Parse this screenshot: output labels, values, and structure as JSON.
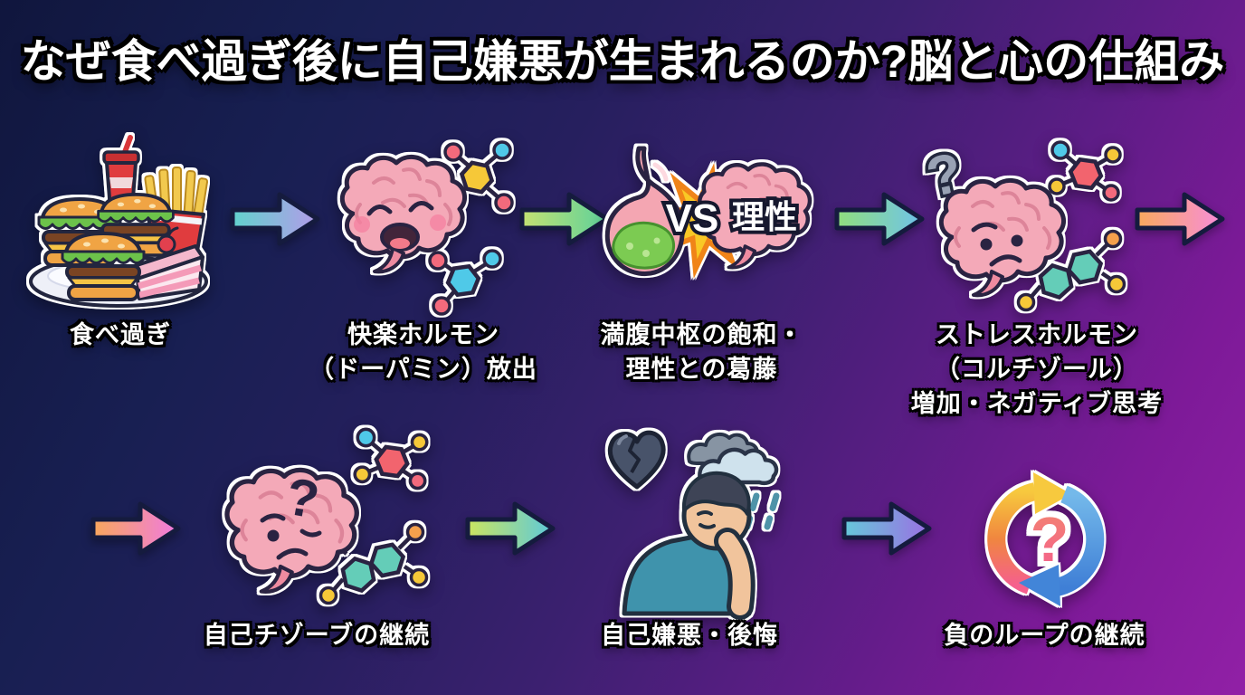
{
  "title": "なぜ食べ過ぎ後に自己嫌悪が生まれるのか?脳と心の仕組み",
  "glyphs": {
    "question_mark": "?"
  },
  "steps": [
    {
      "id": "overeating",
      "label": "食べ過ぎ",
      "icon": "junk-food-plate-icon"
    },
    {
      "id": "dopamine-release",
      "label": "快楽ホルモン\n（ドーパミン）放出",
      "icon": "happy-brain-dopamine-icon"
    },
    {
      "id": "satiety-vs-reason",
      "label": "満腹中枢の飽和・\n理性との葛藤",
      "icon": "stomach-vs-brain-icon",
      "vs_text": "VS",
      "reason_text": "理性"
    },
    {
      "id": "cortisol-increase",
      "label": "ストレスホルモン\n（コルチゾール）\n増加・ネガティブ思考",
      "icon": "stressed-brain-cortisol-icon"
    },
    {
      "id": "self-doubt-continues",
      "label": "自己チゾーブの継続",
      "icon": "worried-brain-molecules-icon"
    },
    {
      "id": "self-loathing-regret",
      "label": "自己嫌悪・後悔",
      "icon": "regret-person-icon"
    },
    {
      "id": "negative-loop",
      "label": "負のループの継続",
      "icon": "negative-loop-icon"
    }
  ],
  "colors": {
    "background_start": "#10163d",
    "background_end": "#9120a6",
    "label_text": "#ffffff",
    "label_outline": "#000000",
    "arrow_outline": "#151b3e",
    "sticker_outline": "#ffffff",
    "gradients": {
      "a1": [
        "#62d3cd",
        "#b39be9"
      ],
      "a2": [
        "#c3e272",
        "#5ed19b"
      ],
      "a3": [
        "#90df7d",
        "#6fc3ea"
      ],
      "a4": [
        "#f8a95d",
        "#f78ddb"
      ],
      "a5": [
        "#f8a85c",
        "#f07ae0"
      ],
      "a6": [
        "#cbe560",
        "#5dc9da"
      ],
      "a7": [
        "#66c8da",
        "#9b6fe3"
      ],
      "loop_left": [
        "#f7c93e",
        "#f0863f",
        "#f55f8e"
      ],
      "loop_right": [
        "#74b9ea",
        "#3f7fd6"
      ],
      "loop_question": [
        "#f2856f",
        "#f55f8e"
      ]
    }
  }
}
